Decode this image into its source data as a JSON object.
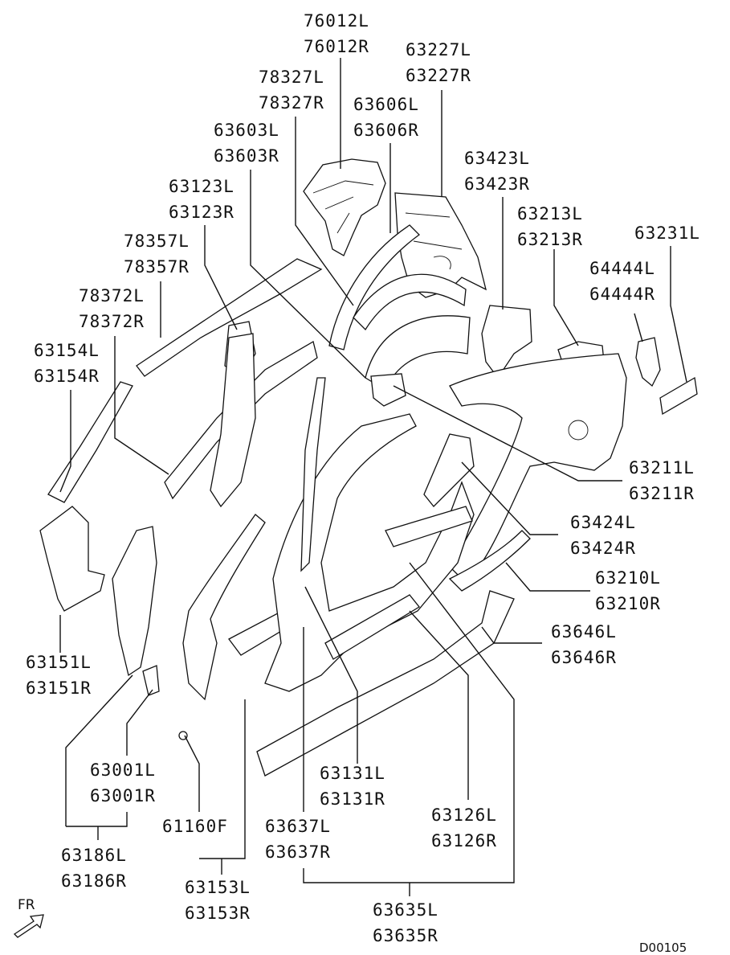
{
  "diagram_code": "D00105",
  "direction_label": "FR",
  "parts": [
    {
      "id": "p76012",
      "codes": [
        "76012L",
        "76012R"
      ]
    },
    {
      "id": "p63227",
      "codes": [
        "63227L",
        "63227R"
      ]
    },
    {
      "id": "p78327",
      "codes": [
        "78327L",
        "78327R"
      ]
    },
    {
      "id": "p63606",
      "codes": [
        "63606L",
        "63606R"
      ]
    },
    {
      "id": "p63603",
      "codes": [
        "63603L",
        "63603R"
      ]
    },
    {
      "id": "p63423",
      "codes": [
        "63423L",
        "63423R"
      ]
    },
    {
      "id": "p63123",
      "codes": [
        "63123L",
        "63123R"
      ]
    },
    {
      "id": "p63213",
      "codes": [
        "63213L",
        "63213R"
      ]
    },
    {
      "id": "p63231",
      "codes": [
        "63231L"
      ]
    },
    {
      "id": "p78357",
      "codes": [
        "78357L",
        "78357R"
      ]
    },
    {
      "id": "p64444",
      "codes": [
        "64444L",
        "64444R"
      ]
    },
    {
      "id": "p78372",
      "codes": [
        "78372L",
        "78372R"
      ]
    },
    {
      "id": "p63154",
      "codes": [
        "63154L",
        "63154R"
      ]
    },
    {
      "id": "p63211",
      "codes": [
        "63211L",
        "63211R"
      ]
    },
    {
      "id": "p63424",
      "codes": [
        "63424L",
        "63424R"
      ]
    },
    {
      "id": "p63210",
      "codes": [
        "63210L",
        "63210R"
      ]
    },
    {
      "id": "p63646",
      "codes": [
        "63646L",
        "63646R"
      ]
    },
    {
      "id": "p63151",
      "codes": [
        "63151L",
        "63151R"
      ]
    },
    {
      "id": "p63001",
      "codes": [
        "63001L",
        "63001R"
      ]
    },
    {
      "id": "p63131",
      "codes": [
        "63131L",
        "63131R"
      ]
    },
    {
      "id": "p63126",
      "codes": [
        "63126L",
        "63126R"
      ]
    },
    {
      "id": "p61160",
      "codes": [
        "61160F"
      ]
    },
    {
      "id": "p63637",
      "codes": [
        "63637L",
        "63637R"
      ]
    },
    {
      "id": "p63186",
      "codes": [
        "63186L",
        "63186R"
      ]
    },
    {
      "id": "p63153",
      "codes": [
        "63153L",
        "63153R"
      ]
    },
    {
      "id": "p63635",
      "codes": [
        "63635L",
        "63635R"
      ]
    }
  ]
}
